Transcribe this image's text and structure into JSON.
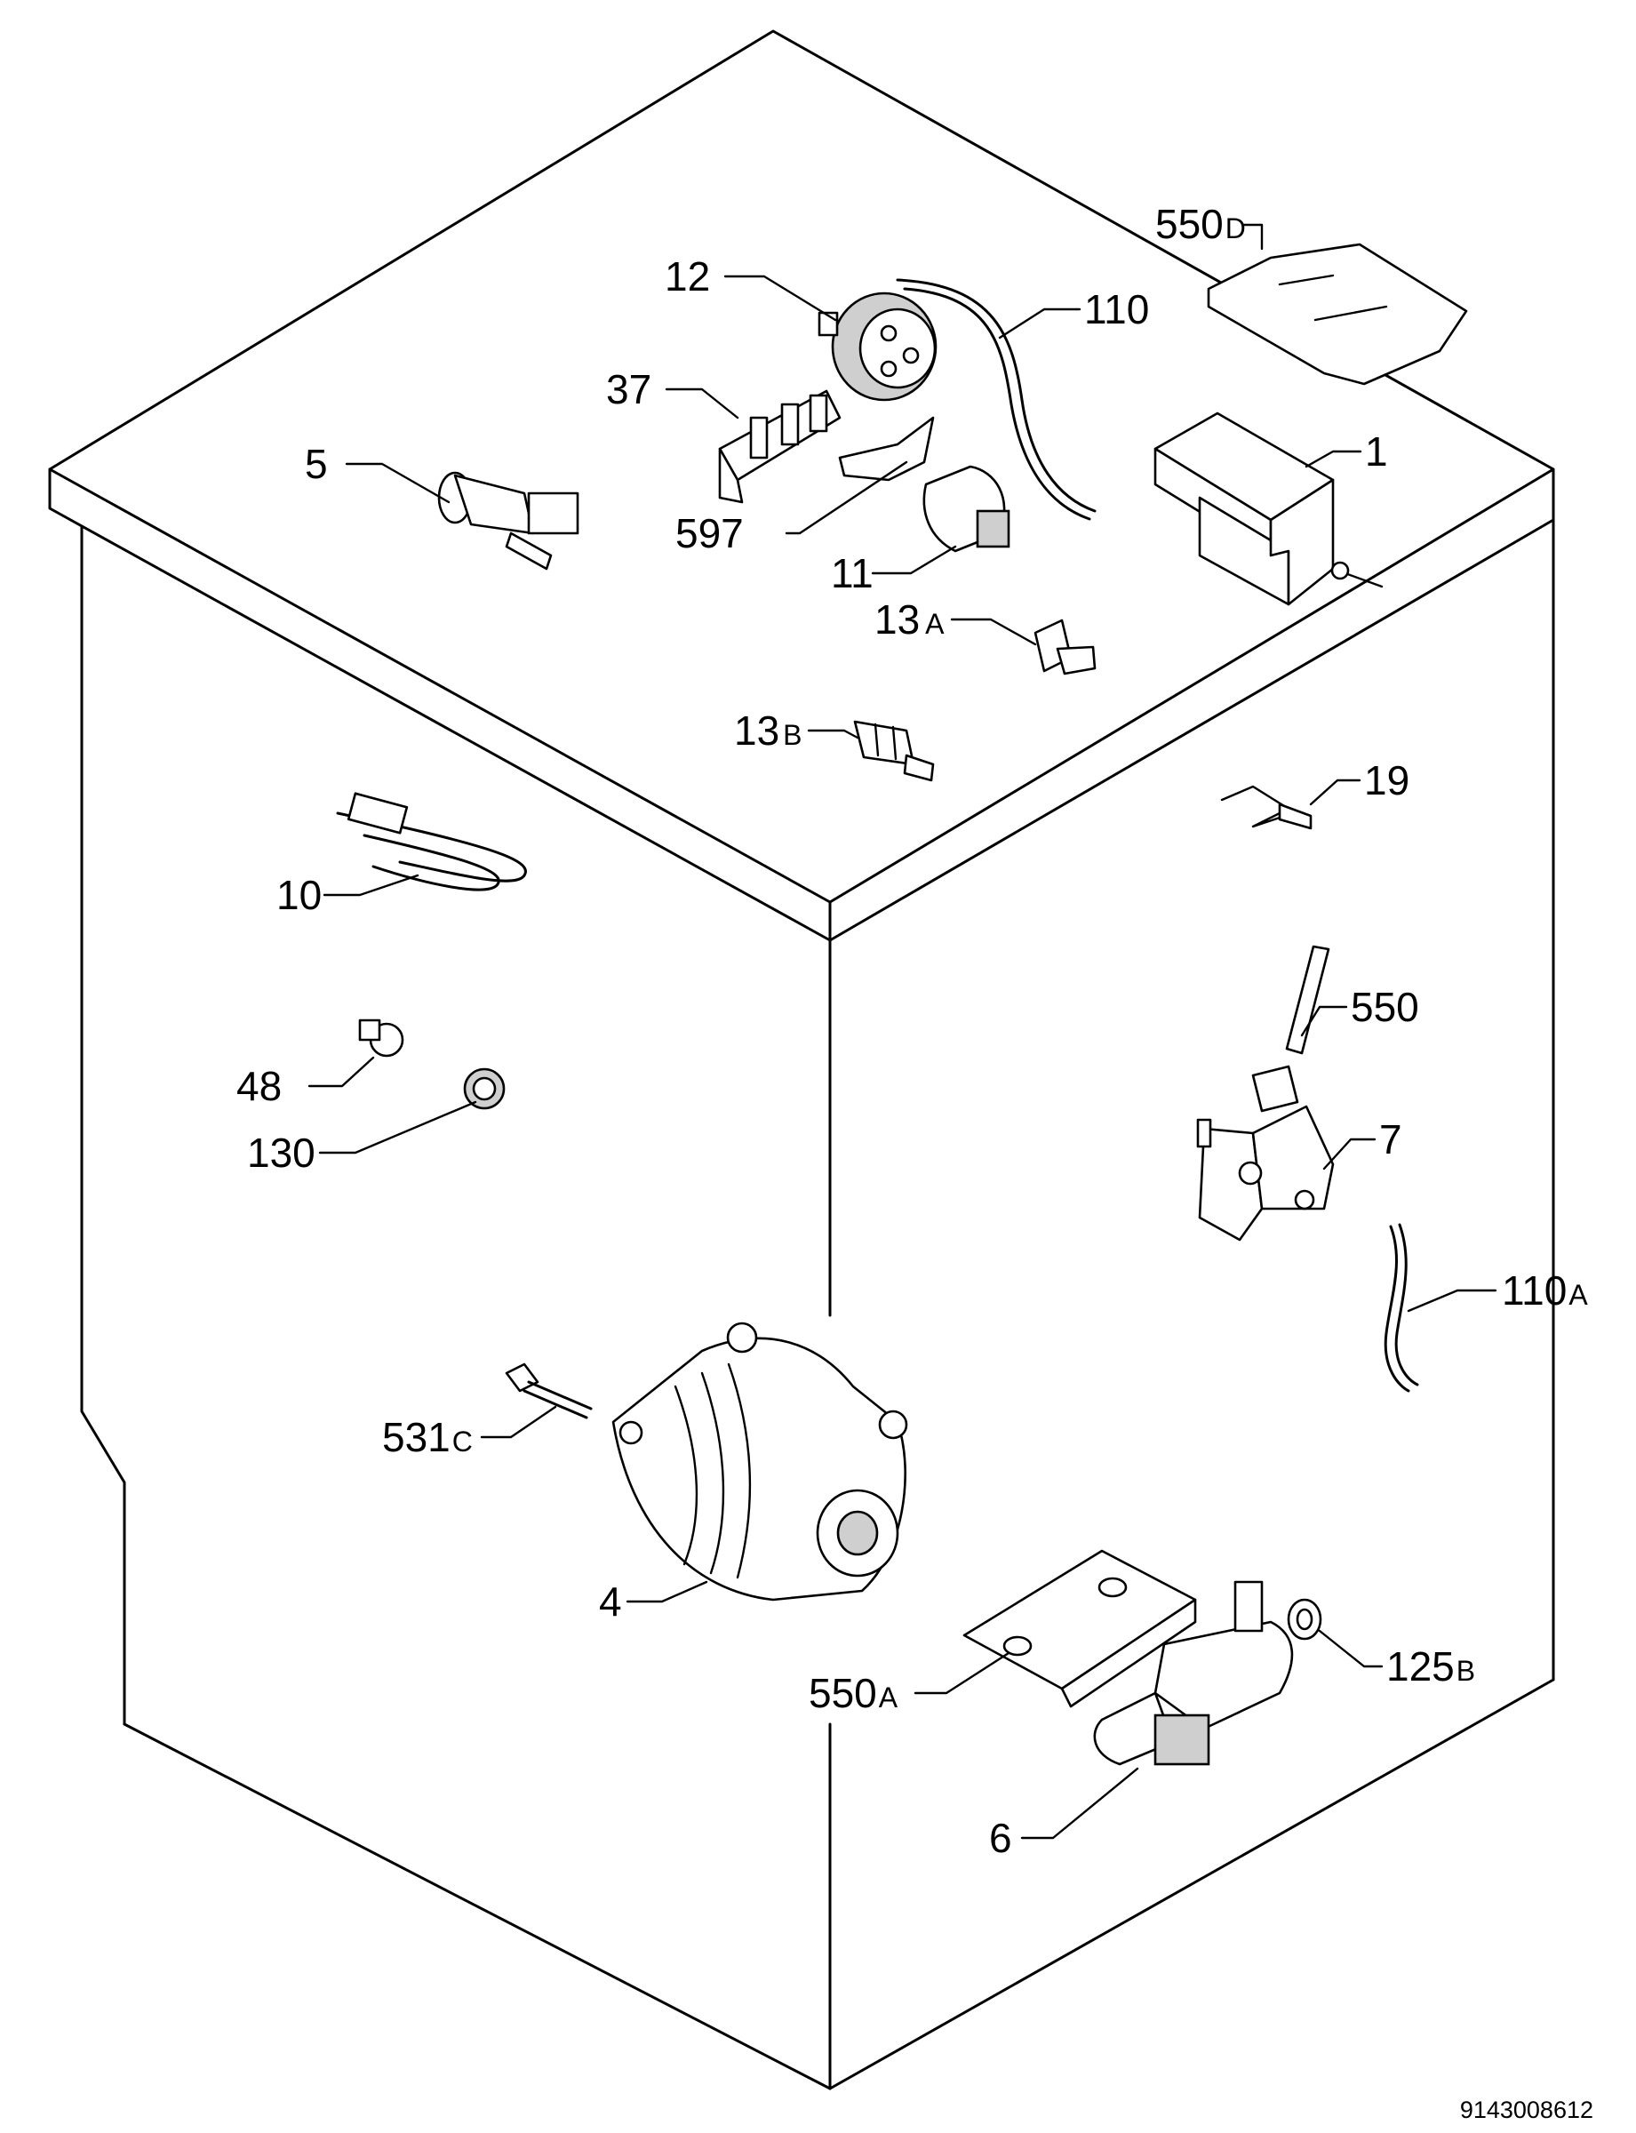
{
  "document_number": "9143008612",
  "callouts": {
    "c1": {
      "num": "1",
      "suffix": ""
    },
    "c4": {
      "num": "4",
      "suffix": ""
    },
    "c5": {
      "num": "5",
      "suffix": ""
    },
    "c6": {
      "num": "6",
      "suffix": ""
    },
    "c7": {
      "num": "7",
      "suffix": ""
    },
    "c10": {
      "num": "10",
      "suffix": ""
    },
    "c11": {
      "num": "11",
      "suffix": ""
    },
    "c12": {
      "num": "12",
      "suffix": ""
    },
    "c13a": {
      "num": "13",
      "suffix": "A"
    },
    "c13b": {
      "num": "13",
      "suffix": "B"
    },
    "c19": {
      "num": "19",
      "suffix": ""
    },
    "c37": {
      "num": "37",
      "suffix": ""
    },
    "c48": {
      "num": "48",
      "suffix": ""
    },
    "c110": {
      "num": "110",
      "suffix": ""
    },
    "c110a": {
      "num": "110",
      "suffix": "A"
    },
    "c125b": {
      "num": "125",
      "suffix": "B"
    },
    "c130": {
      "num": "130",
      "suffix": ""
    },
    "c531c": {
      "num": "531",
      "suffix": "C"
    },
    "c550": {
      "num": "550",
      "suffix": ""
    },
    "c550a": {
      "num": "550",
      "suffix": "A"
    },
    "c550d": {
      "num": "550",
      "suffix": "D"
    },
    "c597": {
      "num": "597",
      "suffix": ""
    }
  }
}
